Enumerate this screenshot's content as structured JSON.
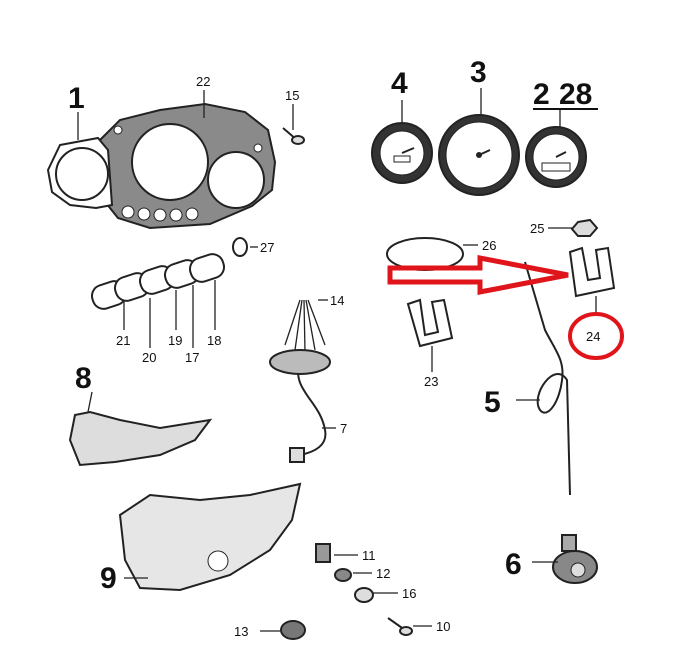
{
  "labels": {
    "p1": "1",
    "p2": "2",
    "p3": "3",
    "p4": "4",
    "p5": "5",
    "p6": "6",
    "p7": "7",
    "p8": "8",
    "p9": "9",
    "p10": "10",
    "p11": "11",
    "p12": "12",
    "p13": "13",
    "p14": "14",
    "p15": "15",
    "p16": "16",
    "p17": "17",
    "p18": "18",
    "p19": "19",
    "p20": "20",
    "p21": "21",
    "p22": "22",
    "p23": "23",
    "p24": "24",
    "p25": "25",
    "p26": "26",
    "p27": "27",
    "p28": "28"
  },
  "colors": {
    "highlight": "#e0151b",
    "line": "#222222",
    "fill_gray": "#c8c8c8",
    "fill_light": "#eeeeee"
  }
}
